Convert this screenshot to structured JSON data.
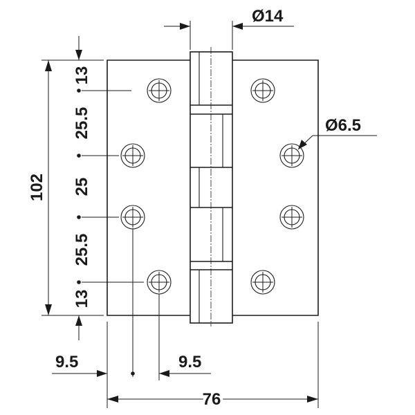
{
  "diagram": {
    "dimensions": {
      "pin_diameter": "Ø14",
      "hole_diameter": "Ø6.5",
      "total_height": "102",
      "top_margin": "13",
      "spacing_upper": "25.5",
      "spacing_middle": "25",
      "spacing_lower": "25.5",
      "bottom_margin": "13",
      "left_offset": "9.5",
      "right_offset": "9.5",
      "total_width": "76"
    }
  }
}
